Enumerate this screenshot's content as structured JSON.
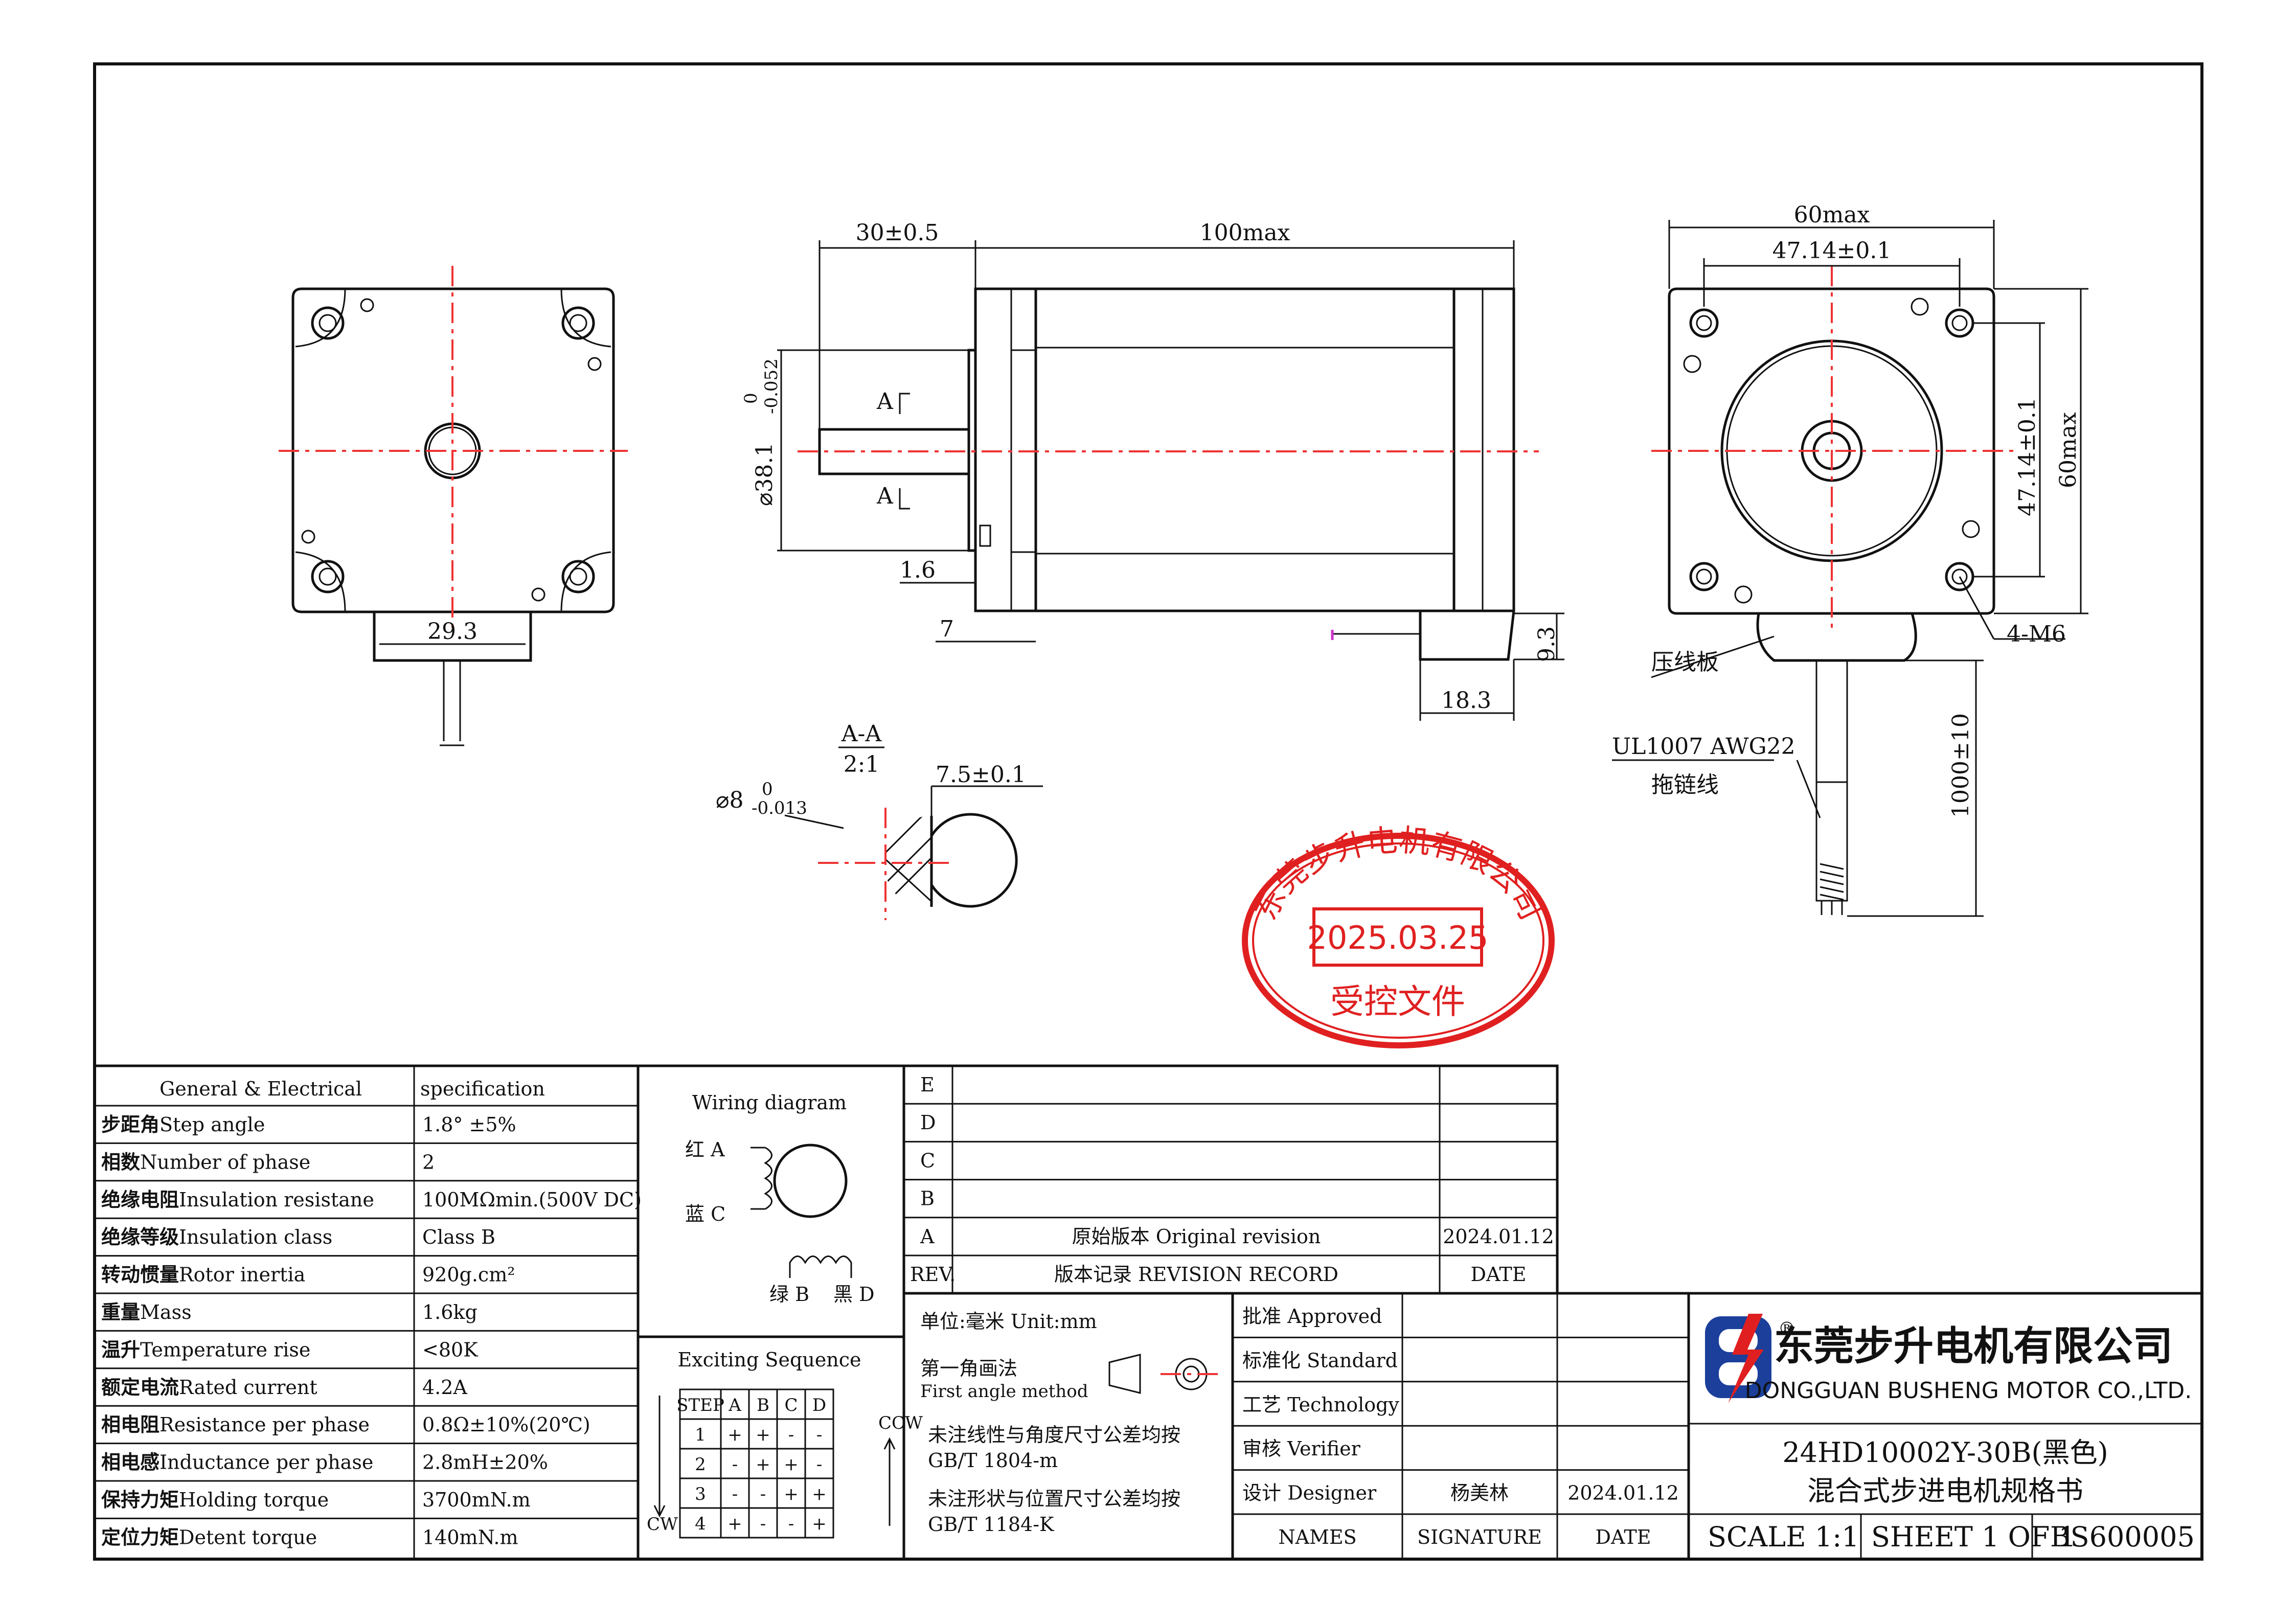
{
  "drawing": {
    "dims": {
      "shaft_len": "30±0.5",
      "body_len": "100max",
      "flange_w": "60max",
      "hole_pitch": "47.14±0.1",
      "hole_pitch_v": "47.14±0.1",
      "flange_h": "60max",
      "shaft_dia_sym": "⌀38.1",
      "shaft_dia_tol_top": "0",
      "shaft_dia_tol_bot": "-0.052",
      "boss": "1.6",
      "flange_thk": "7",
      "cable_h": "9.3",
      "cable_w": "18.3",
      "front_cable_w": "29.3",
      "holes": "4-M6",
      "lead_len": "1000±10",
      "section_title": "A-A",
      "section_scale": "2:1",
      "shaft_d_sym": "⌀8",
      "shaft_d_tol_top": "0",
      "shaft_d_tol_bot": "-0.013",
      "flat": "7.5±0.1",
      "sec_label": "A",
      "wire_spec": "UL1007 AWG22",
      "wire_name": "拖链线",
      "clamp": "压线板"
    },
    "stamp": {
      "company": "东莞步升电机有限公司",
      "date": "2025.03.25",
      "text": "受控文件"
    }
  },
  "spec_table": {
    "header_left": "General & Electrical",
    "header_right": "specification",
    "rows": [
      {
        "label_cn": "步距角",
        "label_en": "Step angle",
        "value": "1.8° ±5%"
      },
      {
        "label_cn": "相数",
        "label_en": "Number of phase",
        "value": "2"
      },
      {
        "label_cn": "绝缘电阻",
        "label_en": "Insulation resistane",
        "value": "100MΩmin.(500V DC)"
      },
      {
        "label_cn": "绝缘等级",
        "label_en": "Insulation class",
        "value": "Class B"
      },
      {
        "label_cn": "转动惯量",
        "label_en": "Rotor inertia",
        "value": "920g.cm²"
      },
      {
        "label_cn": "重量",
        "label_en": "Mass",
        "value": "1.6kg"
      },
      {
        "label_cn": "温升",
        "label_en": "Temperature rise",
        "value": "<80K"
      },
      {
        "label_cn": "额定电流",
        "label_en": "Rated current",
        "value": "4.2A"
      },
      {
        "label_cn": "相电阻",
        "label_en": "Resistance per phase",
        "value": "0.8Ω±10%(20℃)"
      },
      {
        "label_cn": "相电感",
        "label_en": "Inductance per phase",
        "value": "2.8mH±20%"
      },
      {
        "label_cn": "保持力矩",
        "label_en": "Holding torque",
        "value": "3700mN.m"
      },
      {
        "label_cn": "定位力矩",
        "label_en": "Detent torque",
        "value": "140mN.m"
      }
    ]
  },
  "wiring": {
    "title": "Wiring diagram",
    "a": "红 A",
    "c": "蓝 C",
    "b": "绿 B",
    "d": "黑 D"
  },
  "exciting": {
    "title": "Exciting Sequence",
    "cols": [
      "STEP",
      "A",
      "B",
      "C",
      "D"
    ],
    "rows": [
      [
        "1",
        "+",
        "+",
        "-",
        "-"
      ],
      [
        "2",
        "-",
        "+",
        "+",
        "-"
      ],
      [
        "3",
        "-",
        "-",
        "+",
        "+"
      ],
      [
        "4",
        "+",
        "-",
        "-",
        "+"
      ]
    ],
    "ccw": "CCW",
    "cw": "CW"
  },
  "revision": {
    "rows": [
      {
        "letter": "E",
        "desc": "",
        "date": ""
      },
      {
        "letter": "D",
        "desc": "",
        "date": ""
      },
      {
        "letter": "C",
        "desc": "",
        "date": ""
      },
      {
        "letter": "B",
        "desc": "",
        "date": ""
      },
      {
        "letter": "A",
        "desc": "原始版本 Original revision",
        "date": "2024.01.12"
      }
    ],
    "footer_rev": "REV.",
    "footer_desc": "版本记录 REVISION RECORD",
    "footer_date": "DATE"
  },
  "notes": {
    "unit": "单位:毫米  Unit:mm",
    "projection_cn": "第一角画法",
    "projection_en": "First angle method",
    "note1a": "未注线性与角度尺寸公差均按",
    "note1b": "GB/T 1804-m",
    "note2a": "未注形状与位置尺寸公差均按",
    "note2b": "GB/T 1184-K"
  },
  "approvals": {
    "rows": [
      {
        "role": "批准 Approved",
        "signature": "",
        "date": ""
      },
      {
        "role": "标准化 Standard",
        "signature": "",
        "date": ""
      },
      {
        "role": "工艺 Technology",
        "signature": "",
        "date": ""
      },
      {
        "role": "审核 Verifier",
        "signature": "",
        "date": ""
      },
      {
        "role": "设计 Designer",
        "signature": "杨美林",
        "date": "2024.01.12"
      }
    ],
    "col_names": "NAMES",
    "col_signature": "SIGNATURE",
    "col_date": "DATE"
  },
  "titleblock": {
    "company_cn": "东莞步升电机有限公司",
    "company_en": "DONGGUAN BUSHENG MOTOR CO.,LTD.",
    "reg": "®",
    "part_no": "24HD10002Y-30B(黑色)",
    "doc_title": "混合式步进电机规格书",
    "scale": "SCALE 1:1",
    "sheet": "SHEET 1 OF 1",
    "doc_no": "BS600005",
    "logo_color": "#1b3f9a",
    "logo_bolt_color": "#e02020"
  }
}
